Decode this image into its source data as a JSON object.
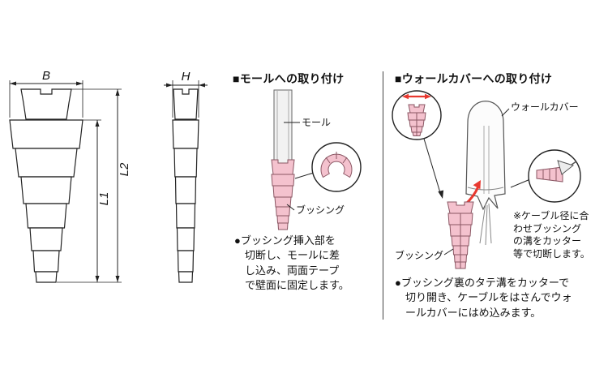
{
  "drawing": {
    "width_label": "B",
    "height_label": "H",
    "length1_label": "L1",
    "length2_label": "L2"
  },
  "mole_section": {
    "title": "■モールへの取り付け",
    "mole_label": "モール",
    "bushing_label": "ブッシング",
    "instruction": "●ブッシング挿入部を切断し、モールに差し込み、両面テープで壁面に固定します。",
    "instruction_lines": [
      "●ブッシング挿入部を",
      "切断し、モールに差",
      "し込み、両面テープ",
      "で壁面に固定します。"
    ]
  },
  "wallcover_section": {
    "title": "■ウォールカバーへの取り付け",
    "wallcover_label": "ウォールカバー",
    "bushing_label": "ブッシング",
    "note": "※ケーブル径に合わせブッシングの溝をカッター等で切断します。",
    "note_lines": [
      "※ケーブル径に合",
      "わせブッシング",
      "の溝をカッター",
      "等で切断します。"
    ],
    "instruction": "●ブッシング裏のタテ溝をカッターで切り開き、ケーブルをはさんでウォールカバーにはめ込みます。",
    "instruction_lines": [
      "●ブッシング裏のタテ溝をカッターで",
      "切り開き、ケーブルをはさんでウォ",
      "ールカバーにはめ込みます。"
    ]
  },
  "colors": {
    "bushing_pink": "#f4c2ce",
    "accent_red": "#e8382f",
    "line": "#222222"
  }
}
